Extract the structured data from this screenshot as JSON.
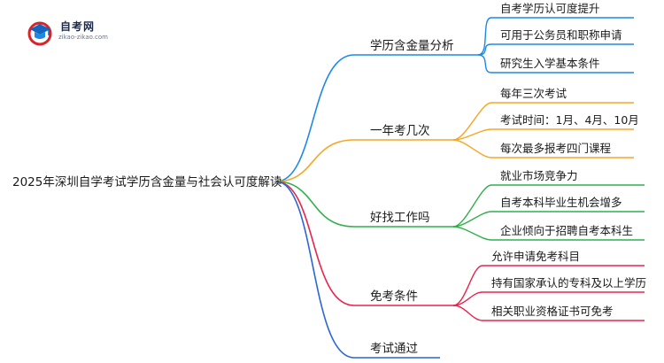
{
  "logo": {
    "title": "自考网",
    "url": "zikao-zikao.com",
    "icon": "graduation-cap-icon"
  },
  "mindmap": {
    "root": "2025年深圳自学考试学历含金量与社会认可度解读",
    "branches": [
      {
        "label": "学历含金量分析",
        "color": "#1e88e5",
        "children": [
          "自考学历认可度提升",
          "可用于公务员和职称申请",
          "研究生入学基本条件"
        ]
      },
      {
        "label": "一年考几次",
        "color": "#f5a623",
        "children": [
          "每年三次考试",
          "考试时间：1月、4月、10月",
          "每次最多报考四门课程"
        ]
      },
      {
        "label": "好找工作吗",
        "color": "#2fb14a",
        "children": [
          "就业市场竞争力",
          "自考本科毕业生机会增多",
          "企业倾向于招聘自考本科生"
        ]
      },
      {
        "label": "免考条件",
        "color": "#e8244d",
        "children": [
          "允许申请免考科目",
          "持有国家承认的专科及以上学历",
          "相关职业资格证书可免考"
        ]
      },
      {
        "label": "考试通过",
        "color": "#2a66d6",
        "children": []
      }
    ]
  }
}
